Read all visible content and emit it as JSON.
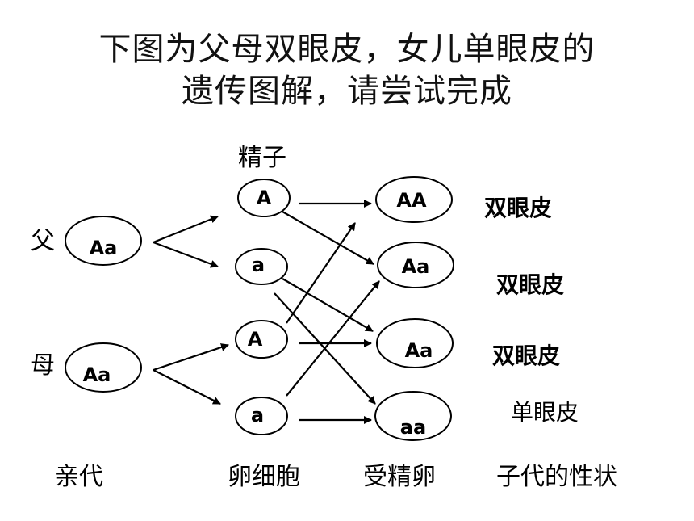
{
  "title": {
    "line1": "下图为父母双眼皮，女儿单眼皮的",
    "line2": "遗传图解，请尝试完成"
  },
  "labels": {
    "sperm": "精子",
    "father": "父",
    "mother": "母",
    "parents": "亲代",
    "egg_cells": "卵细胞",
    "zygotes": "受精卵",
    "offspring_traits": "子代的性状"
  },
  "parents": {
    "father_genotype": "Aa",
    "mother_genotype": "Aa"
  },
  "gametes": {
    "sperm": [
      "A",
      "a"
    ],
    "eggs": [
      "A",
      "a"
    ]
  },
  "zygotes": [
    "AA",
    "Aa",
    "Aa",
    "aa"
  ],
  "traits": [
    "双眼皮",
    "双眼皮",
    "双眼皮",
    "单眼皮"
  ]
}
